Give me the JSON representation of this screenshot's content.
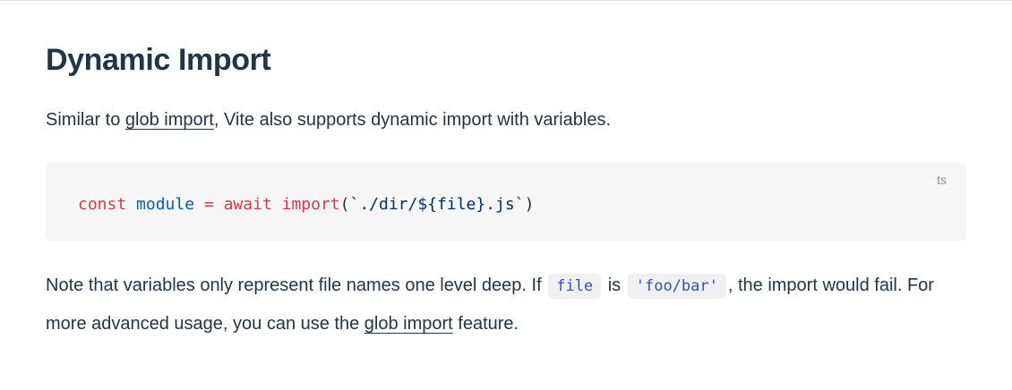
{
  "heading": {
    "title": "Dynamic Import"
  },
  "intro": {
    "before_link": "Similar to ",
    "link_label": "glob import",
    "after_link": ", Vite also supports dynamic import with variables."
  },
  "code_block": {
    "language": "ts",
    "code_text": "const module = await import(`./dir/${file}.js`)",
    "tokens": [
      {
        "text": "const",
        "type": "keyword",
        "color": "#d73a49"
      },
      {
        "text": " ",
        "type": "plain",
        "color": "#24292e"
      },
      {
        "text": "module",
        "type": "constant",
        "color": "#005cc5"
      },
      {
        "text": " ",
        "type": "plain",
        "color": "#24292e"
      },
      {
        "text": "=",
        "type": "keyword",
        "color": "#d73a49"
      },
      {
        "text": " ",
        "type": "plain",
        "color": "#24292e"
      },
      {
        "text": "await",
        "type": "keyword",
        "color": "#d73a49"
      },
      {
        "text": " ",
        "type": "plain",
        "color": "#24292e"
      },
      {
        "text": "import",
        "type": "keyword",
        "color": "#d73a49"
      },
      {
        "text": "(",
        "type": "plain",
        "color": "#24292e"
      },
      {
        "text": "`./dir/${file}.js`",
        "type": "string",
        "color": "#032f62"
      },
      {
        "text": ")",
        "type": "plain",
        "color": "#24292e"
      }
    ]
  },
  "note": {
    "part_1": "Note that variables only represent file names one level deep. If ",
    "inline_code_1": "file",
    "part_2": " is ",
    "inline_code_2": "'foo/bar'",
    "part_3": ", the import would fail. For more advanced usage, you can use the ",
    "link_label": "glob import",
    "part_4": " feature."
  },
  "colors": {
    "body_text": "#213547",
    "divider": "#e2e2e3",
    "code_block_bg": "#f6f6f7",
    "lang_label": "#8c8c90",
    "inline_code_bg": "#f0f0f2",
    "inline_code_text": "#3451b2",
    "syntax_keyword": "#d73a49",
    "syntax_constant": "#005cc5",
    "syntax_string": "#032f62",
    "syntax_plain": "#24292e"
  }
}
